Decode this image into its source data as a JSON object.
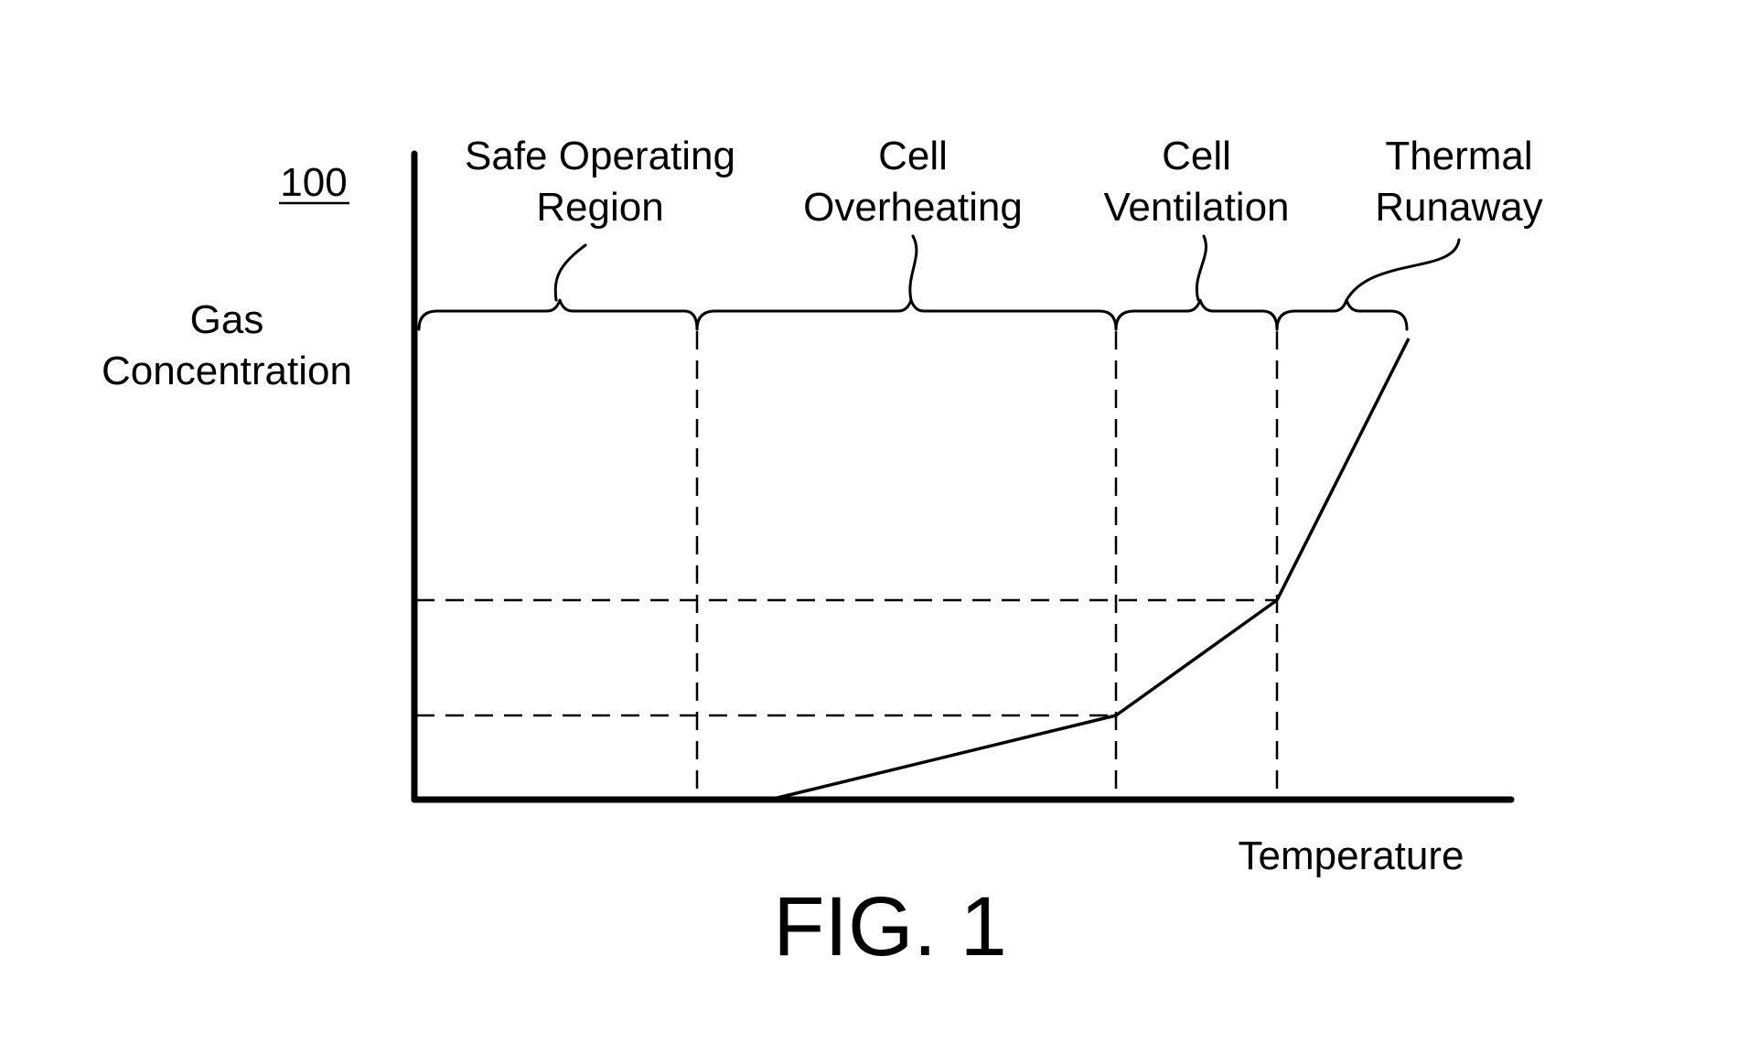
{
  "figure": {
    "ref_number": "100",
    "caption": "FIG. 1",
    "y_label_lines": [
      "Gas",
      "Concentration"
    ],
    "x_label": "Temperature",
    "regions": [
      {
        "id": "safe",
        "lines": [
          "Safe Operating",
          "Region"
        ]
      },
      {
        "id": "overheat",
        "lines": [
          "Cell",
          "Overheating"
        ]
      },
      {
        "id": "vent",
        "lines": [
          "Cell",
          "Ventilation"
        ]
      },
      {
        "id": "runaway",
        "lines": [
          "Thermal",
          "Runaway"
        ]
      }
    ]
  }
}
